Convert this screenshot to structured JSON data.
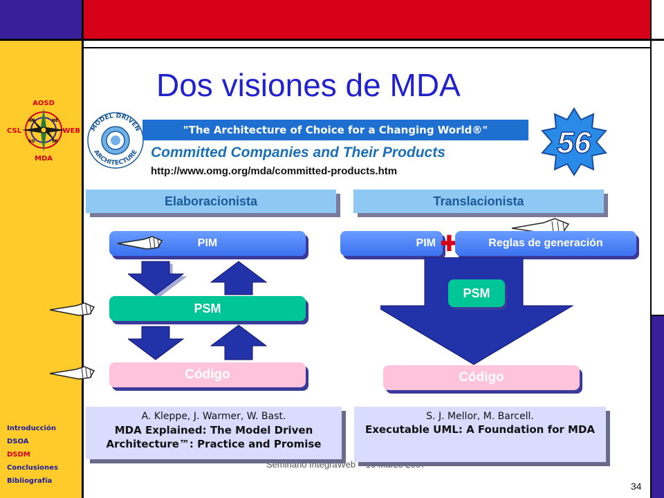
{
  "slide": {
    "title": "Dos visiones de MDA",
    "quote": "\"The Architecture of Choice for a Changing World®\"",
    "companies": "Committed Companies and Their Products",
    "url": "http://www.omg.org/mda/committed-products.htm",
    "badge_number": "56",
    "footer": "Seminario IntegraWeb – 16 Marzo 2007",
    "page_number": "34"
  },
  "compass": {
    "top": "AOSD",
    "left": "CSL",
    "right": "WEB",
    "bottom": "MDA",
    "no": "NO",
    "ne": "NE",
    "so": "SO",
    "se": "SE"
  },
  "mda_logo": {
    "ring_text_top": "MODEL DRIVEN",
    "ring_text_bottom": "ARCHITECTURE"
  },
  "nav": {
    "items": [
      "Introducción",
      "DSOA",
      "DSDM",
      "Conclusiones",
      "Bibliografía"
    ],
    "active": "DSDM"
  },
  "left": {
    "header": "Elaboracionista",
    "pim": "PIM",
    "psm": "PSM",
    "code": "Código",
    "ref_authors": "A. Kleppe, J. Warmer, W. Bast.",
    "ref_title": "MDA Explained: The Model Driven Architecture™: Practice and Promise"
  },
  "right": {
    "header": "Translacionista",
    "pim": "PIM",
    "rules": "Reglas de  generación",
    "psm": "PSM",
    "code": "Código",
    "ref_authors": "S. J. Mellor, M. Barcell.",
    "ref_title": "Executable UML: A Foundation for MDA"
  },
  "colors": {
    "title": "#2222cc",
    "top_bar": "#d60019",
    "frame_blue": "#3a1f9a",
    "left_bar": "#ffcb2b",
    "header_bg": "#8fc8f2",
    "pim_blue": "#3b72f0",
    "psm_green": "#00c596",
    "code_pink": "#ffc4dc",
    "ref_bg": "#d9dcff"
  }
}
